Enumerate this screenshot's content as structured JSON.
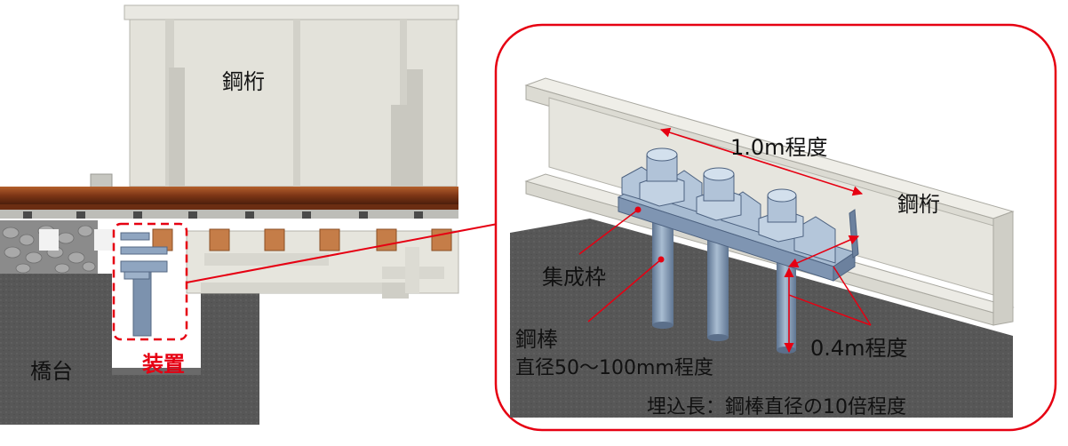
{
  "left_view": {
    "girder_label": "鋼桁",
    "abutment_label": "橋台",
    "device_label": "装置"
  },
  "detail_view": {
    "span_label": "1.0m程度",
    "girder_label": "鋼桁",
    "frame_label": "集成枠",
    "rod_label_line1": "鋼棒",
    "rod_label_line2": "直径50〜100mm程度",
    "height_label": "0.4m程度",
    "embed_label": "埋込長：鋼棒直径の10倍程度"
  },
  "colors": {
    "accent": "#e60012",
    "steel_girder": "#e7e6de",
    "rail": "#8b3c1e",
    "sleeper": "#c77a45",
    "ground": "#555555",
    "device_metal": "#8aa0b8"
  }
}
